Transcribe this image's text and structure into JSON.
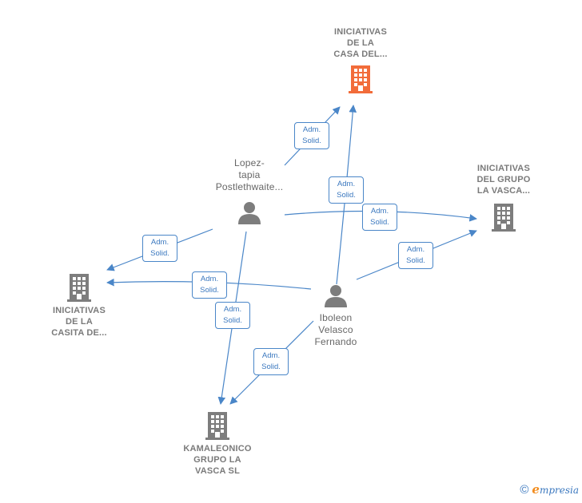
{
  "colors": {
    "edge": "#4a86c8",
    "company_icon": "#7d7d7d",
    "company_icon_highlight": "#f26c3a",
    "person_icon": "#7d7d7d"
  },
  "nodes": {
    "casa": {
      "lines": [
        "INICIATIVAS",
        "DE LA",
        "CASA DEL..."
      ],
      "icon": "building-icon-highlight"
    },
    "grupo_vasca": {
      "lines": [
        "INICIATIVAS",
        "DEL GRUPO",
        "LA VASCA..."
      ],
      "icon": "building-icon"
    },
    "casita": {
      "lines": [
        "INICIATIVAS",
        "DE LA",
        "CASITA DE..."
      ],
      "icon": "building-icon"
    },
    "kamaleonico": {
      "lines": [
        "KAMALEONICO",
        "GRUPO LA",
        "VASCA SL"
      ],
      "icon": "building-icon"
    },
    "lopez": {
      "lines": [
        "Lopez-",
        "tapia",
        "Postlethwaite..."
      ],
      "icon": "person-icon"
    },
    "iboleon": {
      "lines": [
        "Iboleon",
        "Velasco",
        "Fernando"
      ],
      "icon": "person-icon"
    }
  },
  "edge_labels": [
    {
      "id": "lopez-casa",
      "line1": "Adm.",
      "line2": "Solid."
    },
    {
      "id": "iboleon-casa",
      "line1": "Adm.",
      "line2": "Solid."
    },
    {
      "id": "lopez-grupo",
      "line1": "Adm.",
      "line2": "Solid."
    },
    {
      "id": "iboleon-grupo",
      "line1": "Adm.",
      "line2": "Solid."
    },
    {
      "id": "lopez-casita",
      "line1": "Adm.",
      "line2": "Solid."
    },
    {
      "id": "iboleon-casita",
      "line1": "Adm.",
      "line2": "Solid."
    },
    {
      "id": "lopez-kamaleonico",
      "line1": "Adm.",
      "line2": "Solid."
    },
    {
      "id": "iboleon-kamaleonico",
      "line1": "Adm.",
      "line2": "Solid."
    }
  ],
  "footer": {
    "copyright": "©",
    "brand_initial": "e",
    "brand_rest": "mpresia"
  }
}
